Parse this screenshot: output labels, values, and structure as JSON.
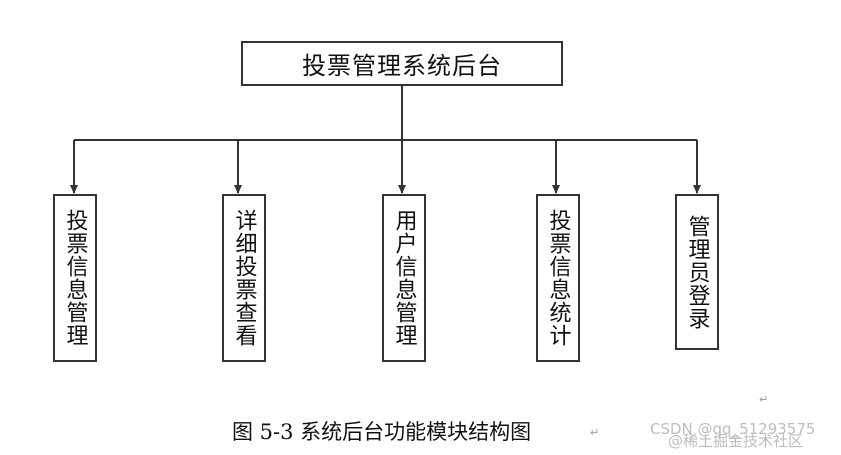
{
  "diagram": {
    "root": "投票管理系统后台",
    "children": [
      {
        "label": "投票信息管理"
      },
      {
        "label": "详细投票查看"
      },
      {
        "label": "用户信息管理"
      },
      {
        "label": "投票信息统计"
      },
      {
        "label": "管理员登录"
      }
    ],
    "line_color": "#333333"
  },
  "caption": "图 5-3  系统后台功能模块结构图",
  "marks": {
    "paragraph_1": "↵",
    "paragraph_2": "↵"
  },
  "watermark": {
    "line1": "CSDN @qq_51293575",
    "line2": "@稀土掘金技术社区"
  }
}
